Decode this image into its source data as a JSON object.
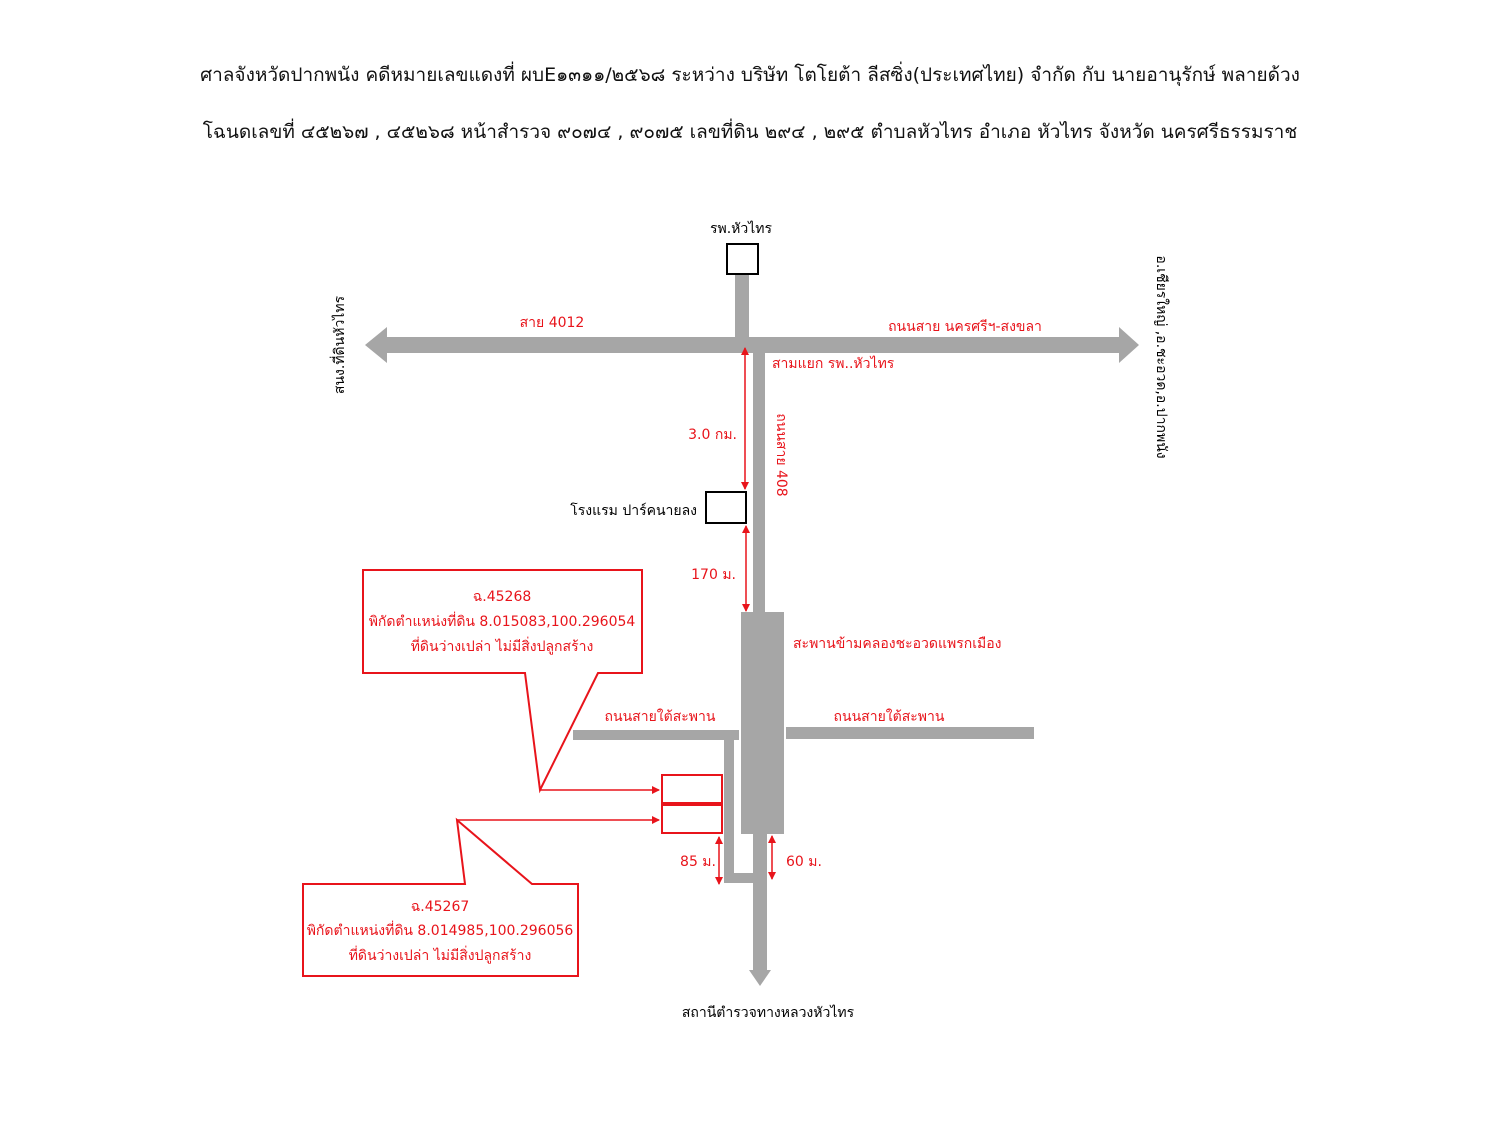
{
  "header": {
    "line1": "ศาลจังหวัดปากพนัง คดีหมายเลขแดงที่ ผบE๑๓๑๑/๒๕๖๘ ระหว่าง บริษัท โตโยต้า ลีสซิ่ง(ประเทศไทย) จำกัด กับ นายอานุรักษ์ พลายด้วง",
    "line2": "โฉนดเลขที่ ๔๕๒๖๗ , ๔๕๒๖๘ หน้าสำรวจ ๙๐๗๔ , ๙๐๗๕ เลขที่ดิน ๒๙๔ , ๒๙๕ ตำบลหัวไทร อำเภอ หัวไทร จังหวัด นครศรีธรรมราช"
  },
  "landmarks": {
    "hospital": "รพ.หัวไทร",
    "hotel": "โรงแรม ปาร์คนายลง",
    "police_station": "สถานีตำรวจทางหลวงหัวไทร",
    "west_end": "สนง.ที่ดินหัวไทร",
    "east_end": "อ.เชียรใหญ่ ,อ.ชะอวด,อ.ปากพนัง",
    "bridge": "สะพานข้ามคลองชะอวดแพรกเมือง",
    "junction": "สามแยก รพ..หัวไทร"
  },
  "roads": {
    "west": "สาย 4012",
    "east": "ถนนสาย นครศรีฯ-สงขลา",
    "vertical": "ถนนสาย 408",
    "under_bridge_left": "ถนนสายใต้สะพาน",
    "under_bridge_right": "ถนนสายใต้สะพาน"
  },
  "distances": {
    "junction_to_hotel": "3.0 กม.",
    "hotel_to_bridge": "170 ม.",
    "side_road": "85 ม.",
    "bridge_to_end": "60 ม."
  },
  "callouts": {
    "plot_45268": {
      "title": "ฉ.45268",
      "coords": "พิกัดตำแหน่งที่ดิน 8.015083,100.296054",
      "note": "ที่ดินว่างเปล่า ไม่มีสิ่งปลูกสร้าง"
    },
    "plot_45267": {
      "title": "ฉ.45267",
      "coords": "พิกัดตำแหน่งที่ดิน 8.014985,100.296056",
      "note": "ที่ดินว่างเปล่า ไม่มีสิ่งปลูกสร้าง"
    }
  },
  "colors": {
    "road": "#a6a6a6",
    "annotation": "#e8141b",
    "text": "#000000"
  }
}
